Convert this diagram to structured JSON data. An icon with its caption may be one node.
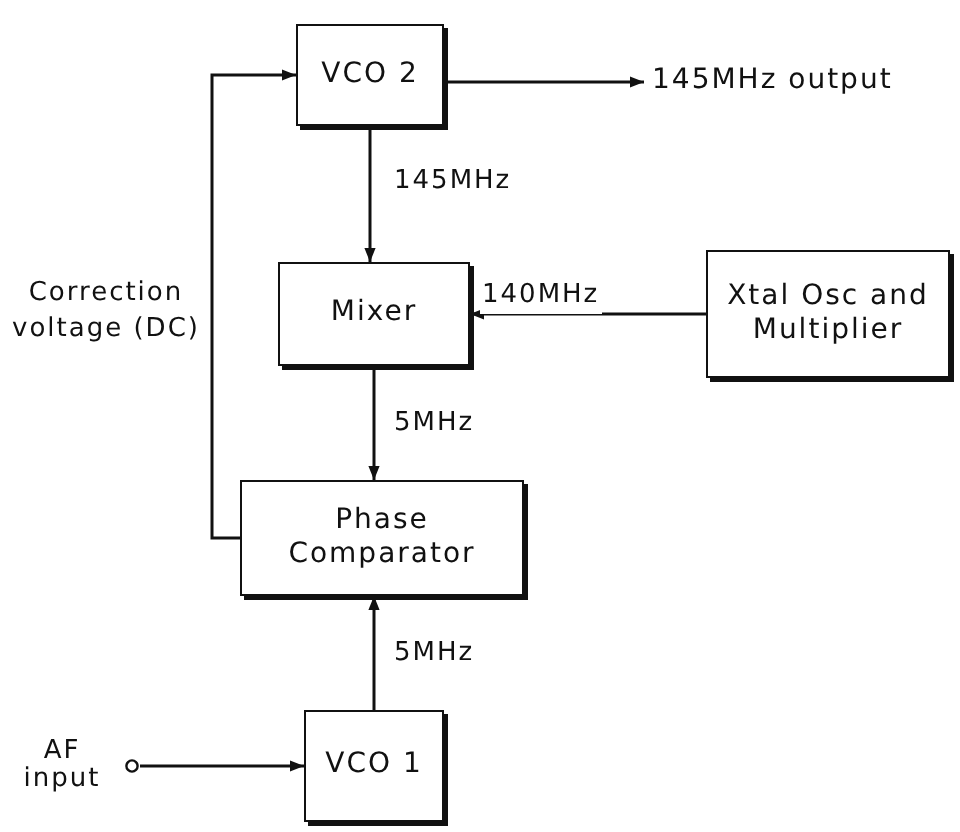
{
  "diagram": {
    "nodes": [
      {
        "text": [
          "VCO 2"
        ]
      },
      {
        "text": [
          "145MHz output"
        ]
      },
      {
        "text": [
          "Mixer"
        ]
      },
      {
        "text": [
          "Xtal Osc and Multiplier"
        ]
      },
      {
        "text": [
          "Phase Comparator"
        ]
      },
      {
        "text": [
          "VCO 1"
        ]
      },
      {
        "text": [
          "AF input"
        ]
      }
    ],
    "edges": [
      {
        "from": 0,
        "to": 1,
        "arrow": "to"
      },
      {
        "from": 0,
        "to": 2,
        "arrow": "to",
        "label": "145MHz"
      },
      {
        "from": 3,
        "to": 2,
        "arrow": "to",
        "label": "140MHz"
      },
      {
        "from": 2,
        "to": 4,
        "arrow": "to",
        "label": "5MHz"
      },
      {
        "from": 5,
        "to": 4,
        "arrow": "to",
        "label": "5MHz"
      },
      {
        "from": 6,
        "to": 5,
        "arrow": "to"
      },
      {
        "from": 4,
        "to": 0,
        "arrow": "to",
        "label": "Correction voltage (DC)"
      }
    ]
  }
}
